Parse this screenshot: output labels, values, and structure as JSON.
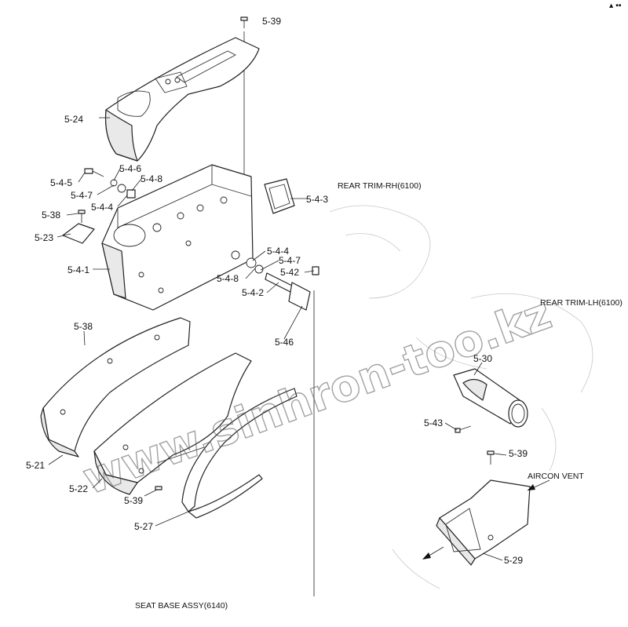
{
  "watermark": "www.sinhron-too.kz",
  "notes": {
    "rear_trim_rh": "REAR TRIM-RH(6100)",
    "rear_trim_lh": "REAR TRIM-LH(6100)",
    "aircon_vent": "AIRCON VENT",
    "seat_base": "SEAT BASE ASSY(6140)"
  },
  "callouts": {
    "c5_39_top": "5-39",
    "c5_24": "5-24",
    "c5_4_6": "5-4-6",
    "c5_4_5": "5-4-5",
    "c5_4_8a": "5-4-8",
    "c5_4_7a": "5-4-7",
    "c5_4_4a": "5-4-4",
    "c5_4_3": "5-4-3",
    "c5_38a": "5-38",
    "c5_23": "5-23",
    "c5_4_1": "5-4-1",
    "c5_4_4b": "5-4-4",
    "c5_4_7b": "5-4-7",
    "c5_42": "5-42",
    "c5_4_8b": "5-4-8",
    "c5_4_2": "5-4-2",
    "c5_38b": "5-38",
    "c5_46": "5-46",
    "c5_30": "5-30",
    "c5_43": "5-43",
    "c5_39_mid": "5-39",
    "c5_21": "5-21",
    "c5_22": "5-22",
    "c5_39_low": "5-39",
    "c5_27": "5-27",
    "c5_29": "5-29"
  }
}
